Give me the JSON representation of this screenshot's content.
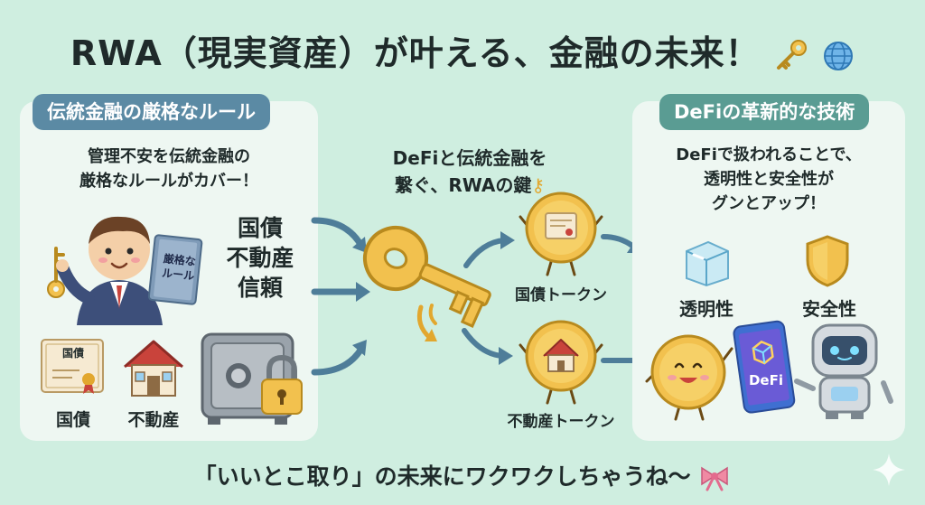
{
  "title": "RWA（現実資産）が叶える、金融の未来！",
  "title_icons": [
    "key-icon",
    "globe-icon"
  ],
  "left_panel": {
    "header": "伝統金融の厳格なルール",
    "description": "管理不安を伝統金融の\n厳格なルールがカバー！",
    "rulebook_text": "厳格な\nルール",
    "benefits": "国債\n不動産\n信頼",
    "items": [
      {
        "label": "国債",
        "icon": "certificate-icon",
        "card_text": "国債"
      },
      {
        "label": "不動産",
        "icon": "house-icon"
      }
    ]
  },
  "center": {
    "text": "DeFiと伝統金融を\n繋ぐ、RWAの鍵",
    "tokens": [
      {
        "label": "国債トークン",
        "icon": "bond-token-icon"
      },
      {
        "label": "不動産トークン",
        "icon": "real-estate-token-icon"
      }
    ]
  },
  "right_panel": {
    "header": "DeFiの革新的な技術",
    "description": "DeFiで扱われることで、\n透明性と安全性が\nグンとアップ！",
    "features": [
      {
        "label": "透明性",
        "icon": "transparent-cube-icon"
      },
      {
        "label": "安全性",
        "icon": "shield-icon"
      }
    ],
    "phone_text": "DeFi"
  },
  "footer": "「いいとこ取り」の未来にワクワクしちゃうね〜",
  "colors": {
    "background": "#cfeee0",
    "panel": "#eef7f2",
    "left_header": "#5b8aa4",
    "right_header": "#5a9c93",
    "gold": "#f2c14e",
    "arrow": "#4e7d99"
  }
}
